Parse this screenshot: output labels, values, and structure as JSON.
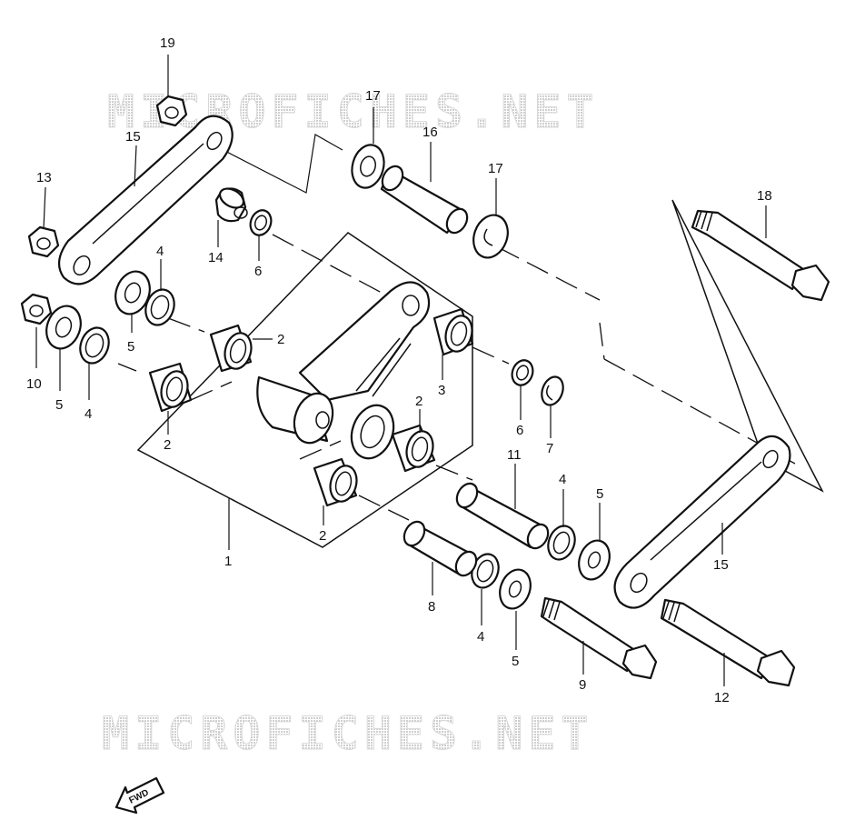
{
  "watermark": {
    "text": "MICROFICHES.NET",
    "color": "#d6d6d6"
  },
  "direction_badge": {
    "text": "FWD",
    "icon": "arrow-left-icon"
  },
  "callouts": {
    "c1": "1",
    "c2a": "2",
    "c2b": "2",
    "c2c": "2",
    "c2d": "2",
    "c3": "3",
    "c4a": "4",
    "c4b": "4",
    "c4c": "4",
    "c4d": "4",
    "c5a": "5",
    "c5b": "5",
    "c5c": "5",
    "c5d": "5",
    "c6a": "6",
    "c6b": "6",
    "c7": "7",
    "c8": "8",
    "c9": "9",
    "c10": "10",
    "c11": "11",
    "c12": "12",
    "c13": "13",
    "c14": "14",
    "c15a": "15",
    "c15b": "15",
    "c16": "16",
    "c17a": "17",
    "c17b": "17",
    "c18": "18",
    "c19": "19"
  }
}
